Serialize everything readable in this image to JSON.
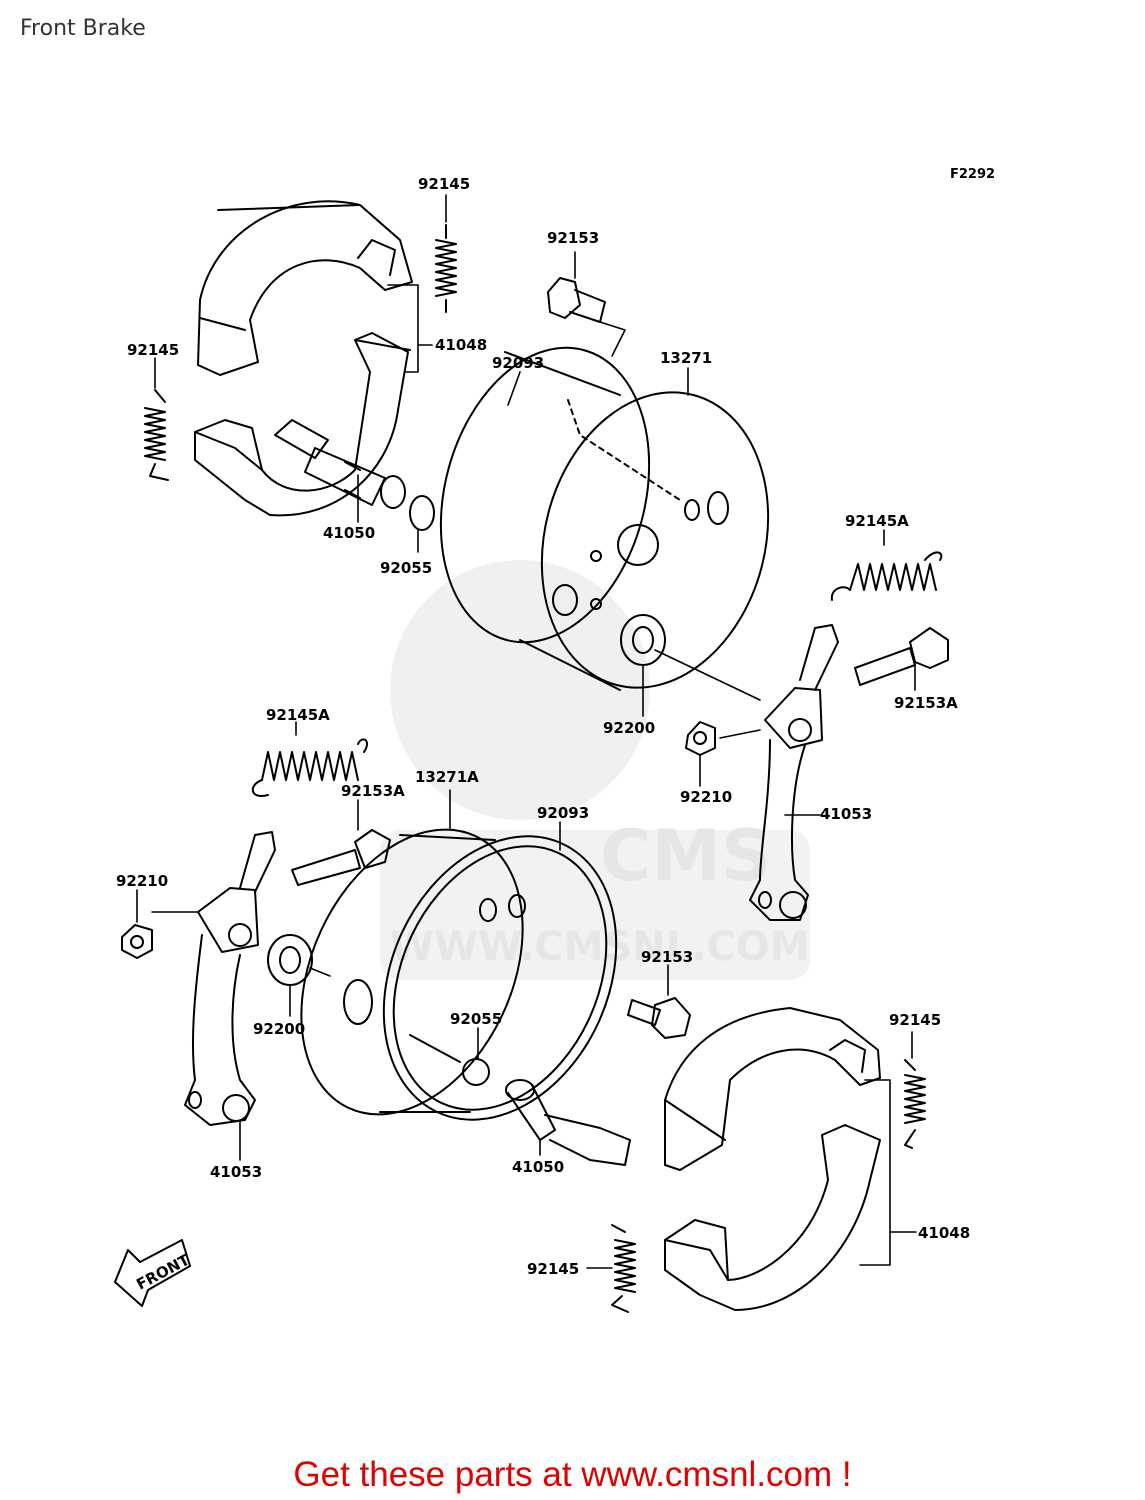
{
  "title": "Front Brake",
  "diagram_code": "F2292",
  "watermark": {
    "brand": "CMS",
    "url": "WWW.CMSNL.COM"
  },
  "front_arrow_label": "FRONT",
  "labels": {
    "p92145_a": "92145",
    "p92145_b": "92145",
    "p41048_a": "41048",
    "p41050_a": "41050",
    "p92055_a": "92055",
    "p92153_a": "92153",
    "p92093_a": "92093",
    "p13271": "13271",
    "p92145A_a": "92145A",
    "p92153A_a": "92153A",
    "p92200_a": "92200",
    "p92210_a": "92210",
    "p41053_a": "41053",
    "p92145A_b": "92145A",
    "p92153A_b": "92153A",
    "p13271A": "13271A",
    "p92093_b": "92093",
    "p92210_b": "92210",
    "p92200_b": "92200",
    "p92153_b": "92153",
    "p92055_b": "92055",
    "p41053_b": "41053",
    "p41050_b": "41050",
    "p92145_c": "92145",
    "p41048_b": "41048",
    "p92145_d": "92145"
  },
  "footer": "Get these parts at www.cmsnl.com !"
}
